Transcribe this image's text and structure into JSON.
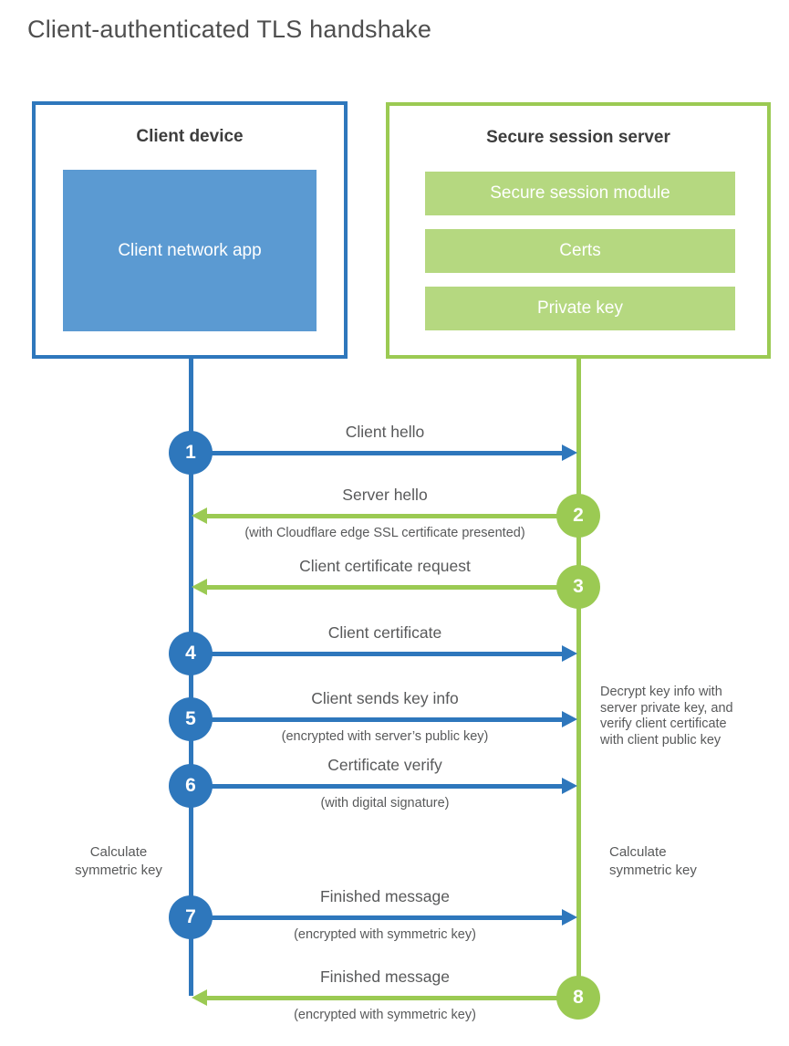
{
  "title": "Client-authenticated TLS handshake",
  "colors": {
    "blue_accent": "#2e77bc",
    "blue_fill": "#5b9ad2",
    "green_accent": "#9bca53",
    "green_fill": "#b5d880",
    "heading_text": "#3d3d3d",
    "label_text": "#58595a"
  },
  "client_box": {
    "title": "Client device",
    "inner_label": "Client network app"
  },
  "server_box": {
    "title": "Secure session server",
    "modules": [
      "Secure session module",
      "Certs",
      "Private key"
    ]
  },
  "steps": [
    {
      "num": "1",
      "direction": "right",
      "color": "blue",
      "label": "Client hello",
      "sublabel": ""
    },
    {
      "num": "2",
      "direction": "left",
      "color": "green",
      "label": "Server hello",
      "sublabel": "(with Cloudflare edge SSL certificate presented)"
    },
    {
      "num": "3",
      "direction": "left",
      "color": "green",
      "label": "Client certificate request",
      "sublabel": ""
    },
    {
      "num": "4",
      "direction": "right",
      "color": "blue",
      "label": "Client certificate",
      "sublabel": ""
    },
    {
      "num": "5",
      "direction": "right",
      "color": "blue",
      "label": "Client sends key info",
      "sublabel": "(encrypted with server’s public key)"
    },
    {
      "num": "6",
      "direction": "right",
      "color": "blue",
      "label": "Certificate verify",
      "sublabel": "(with digital signature)"
    },
    {
      "num": "7",
      "direction": "right",
      "color": "blue",
      "label": "Finished message",
      "sublabel": "(encrypted with symmetric key)"
    },
    {
      "num": "8",
      "direction": "left",
      "color": "green",
      "label": "Finished message",
      "sublabel": "(encrypted with symmetric key)"
    }
  ],
  "annotations": {
    "calc_left": "Calculate\nsymmetric key",
    "calc_right": "Calculate\nsymmetric key",
    "decrypt_note": "Decrypt key info with\nserver private key, and\nverify client certificate\nwith client public key"
  }
}
